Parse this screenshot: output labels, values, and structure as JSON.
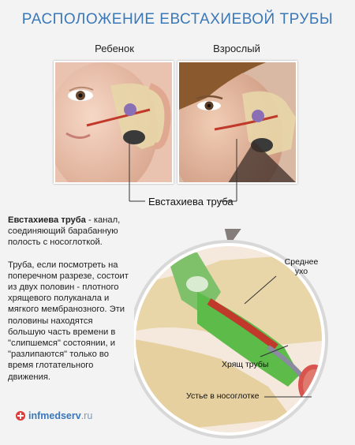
{
  "title": "РАСПОЛОЖЕНИЕ ЕВСТАХИЕВОЙ ТРУБЫ",
  "labels": {
    "child": "Ребенок",
    "adult": "Взрослый",
    "tube": "Евстахиева труба"
  },
  "description": {
    "term": "Евстахиева труба",
    "definition": " - канал, соединяющий барабанную полость с носоглоткой.",
    "paragraph": "Труба, если посмотреть на поперечном разрезе, состоит из двух половин - плотного хрящевого полуканала и мягкого мембранозного. Эти половины находятся большую часть времени в \"слипшемся\" состоянии, и \"разлипаются\" только во время глотательного движения."
  },
  "annotations": {
    "middle_ear": "Среднее ухо",
    "cartilage": "Хрящ трубы",
    "orifice": "Устье в носоглотке"
  },
  "logo": {
    "name": "infmedserv",
    "tld": ".ru"
  },
  "colors": {
    "title": "#3a78b8",
    "tube_green": "#5dbb4a",
    "tube_red": "#c0392b",
    "bone": "#e8d6a8"
  }
}
